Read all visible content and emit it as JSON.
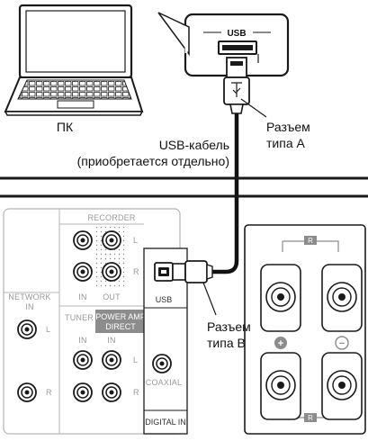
{
  "pc": {
    "label": "ПК"
  },
  "usb_port": {
    "label": "USB"
  },
  "cable": {
    "line1": "USB-кабель",
    "line2": "(приобретается отдельно)"
  },
  "connector_a": {
    "line1": "Разъем",
    "line2": "типа A"
  },
  "connector_b": {
    "line1": "Разъем",
    "line2": "типа B"
  },
  "panel": {
    "recorder": "RECORDER",
    "rec_in": "IN",
    "rec_out": "OUT",
    "network_line1": "NETWORK",
    "network_line2": "IN",
    "tuner": "TUNER",
    "tuner_in": "IN",
    "power_amp_line1": "POWER AMP",
    "power_amp_line2": "DIRECT",
    "power_amp_in": "IN",
    "usb": "USB",
    "coaxial": "COAXIAL",
    "digital_in": "DIGITAL IN",
    "ch_left": "L",
    "ch_right": "R",
    "speaker_r": "R",
    "plus": "+",
    "minus": "−"
  },
  "colors": {
    "line": "#1a1a1a",
    "panel_grey": "#9a9a9a",
    "label_bg": "#8c8c8c"
  }
}
